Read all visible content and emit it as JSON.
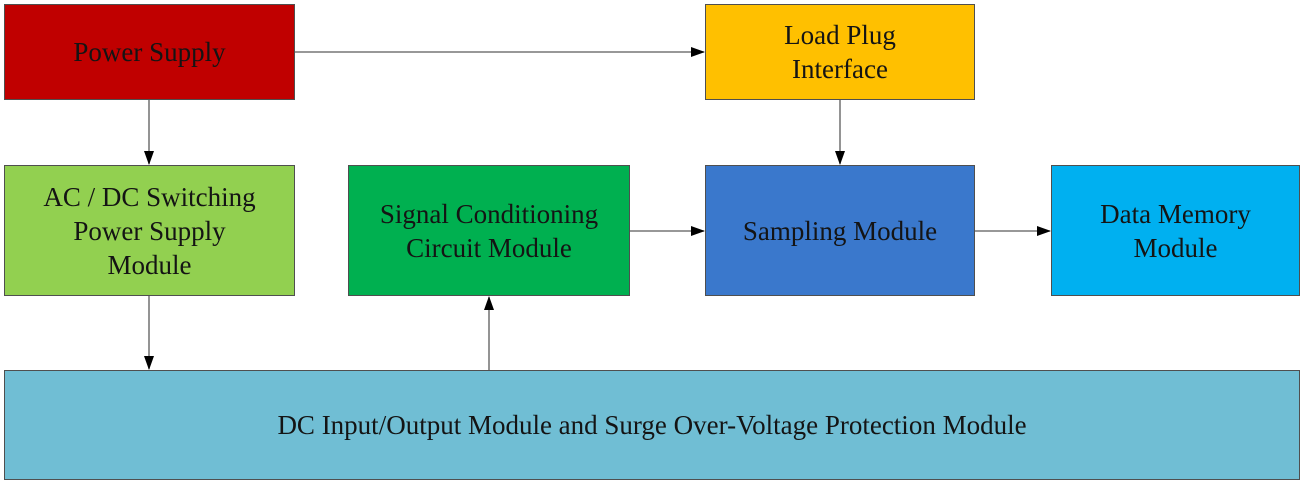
{
  "diagram": {
    "nodes": {
      "power_supply": {
        "label": "Power Supply",
        "color": "#c00000"
      },
      "load_plug": {
        "label": "Load Plug\nInterface",
        "color": "#ffc000"
      },
      "acdc": {
        "label": "AC / DC Switching\nPower Supply\nModule",
        "color": "#92d050"
      },
      "signal_cond": {
        "label": "Signal Conditioning\nCircuit Module",
        "color": "#00b050"
      },
      "sampling": {
        "label": "Sampling Module",
        "color": "#3a78cc"
      },
      "data_memory": {
        "label": "Data Memory\nModule",
        "color": "#00b0f0"
      },
      "dc_io": {
        "label": "DC Input/Output Module and Surge Over-Voltage Protection Module",
        "color": "#70bed4"
      }
    },
    "edges": [
      {
        "from": "power_supply",
        "to": "load_plug"
      },
      {
        "from": "power_supply",
        "to": "acdc"
      },
      {
        "from": "load_plug",
        "to": "sampling"
      },
      {
        "from": "signal_cond",
        "to": "sampling"
      },
      {
        "from": "sampling",
        "to": "data_memory"
      },
      {
        "from": "acdc",
        "to": "dc_io"
      },
      {
        "from": "dc_io",
        "to": "signal_cond"
      }
    ]
  }
}
